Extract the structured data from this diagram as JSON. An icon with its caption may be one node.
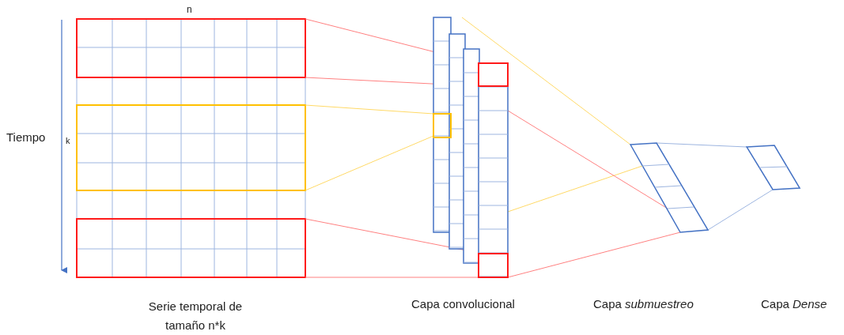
{
  "diagram": {
    "labels": [
      "n",
      "Tiempo",
      "k",
      "Serie temporal de tamaño n*k",
      "Capa convolucional",
      "Capa *submuestreo*",
      "Capa *Dense*"
    ]
  }
}
